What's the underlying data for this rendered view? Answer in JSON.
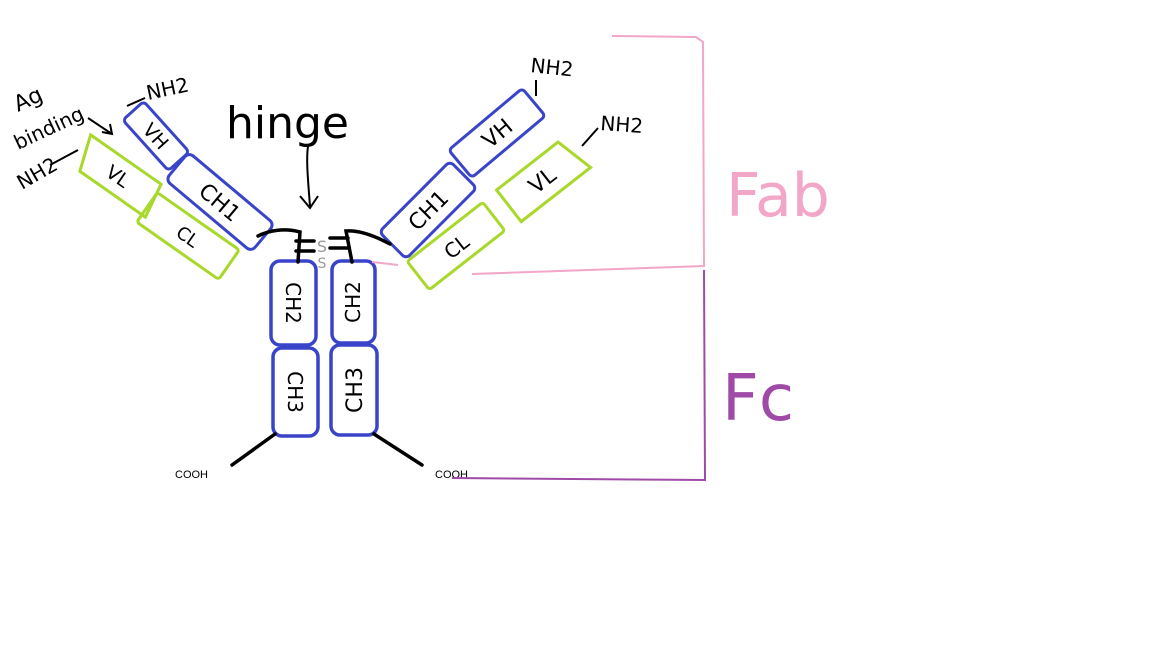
{
  "labels": {
    "ag_binding_line1": "Ag",
    "ag_binding_line2": "binding",
    "hinge": "hinge",
    "nh2": "NH2",
    "cooh": "COOH",
    "fab": "Fab",
    "fc": "Fc"
  },
  "domains": {
    "vh": "VH",
    "vl": "VL",
    "ch1": "CH1",
    "cl": "CL",
    "ch2": "CH2",
    "ch3": "CH3"
  },
  "colors": {
    "heavy_chain": "#3a44c8",
    "light_chain": "#a8d82a",
    "bonds": "#000000",
    "fab_bracket": "#f2a6c8",
    "fc_bracket": "#a04aa8",
    "disulfide": "#9a9a9a"
  }
}
